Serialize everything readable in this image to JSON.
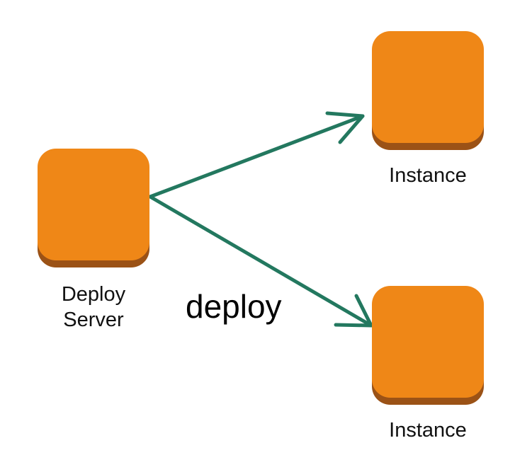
{
  "colors": {
    "box_fill": "#ef8717",
    "box_shadow": "#9b5216",
    "arrow": "#23785f",
    "text": "#111111",
    "background": "#ffffff"
  },
  "nodes": {
    "deploy_server": {
      "label_line1": "Deploy",
      "label_line2": "Server"
    },
    "instance_top": {
      "label": "Instance"
    },
    "instance_bottom": {
      "label": "Instance"
    }
  },
  "edge": {
    "label": "deploy"
  }
}
